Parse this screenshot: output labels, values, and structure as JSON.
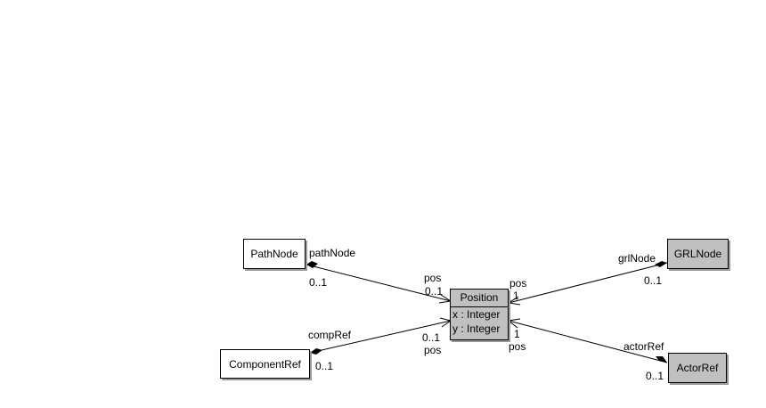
{
  "classes": {
    "path_node": {
      "name": "PathNode"
    },
    "component_ref": {
      "name": "ComponentRef"
    },
    "position": {
      "name": "Position",
      "attributes": [
        "x : Integer",
        "y : Integer"
      ]
    },
    "grl_node": {
      "name": "GRLNode"
    },
    "actor_ref": {
      "name": "ActorRef"
    }
  },
  "associations": {
    "path_node": {
      "role": "pathNode",
      "multiplicity": "0..1",
      "target_role": "pos",
      "target_multiplicity": "0..1"
    },
    "component_ref": {
      "role": "compRef",
      "multiplicity": "0..1",
      "target_role": "pos",
      "target_multiplicity": "0..1"
    },
    "grl_node": {
      "role": "grlNode",
      "multiplicity": "0..1",
      "target_role": "pos",
      "target_multiplicity": "1"
    },
    "actor_ref": {
      "role": "actorRef",
      "multiplicity": "0..1",
      "target_role": "pos",
      "target_multiplicity": "1"
    }
  },
  "colors": {
    "abstract_fill": "#c0c0c0",
    "concrete_fill": "#ffffff",
    "line": "#000000"
  }
}
